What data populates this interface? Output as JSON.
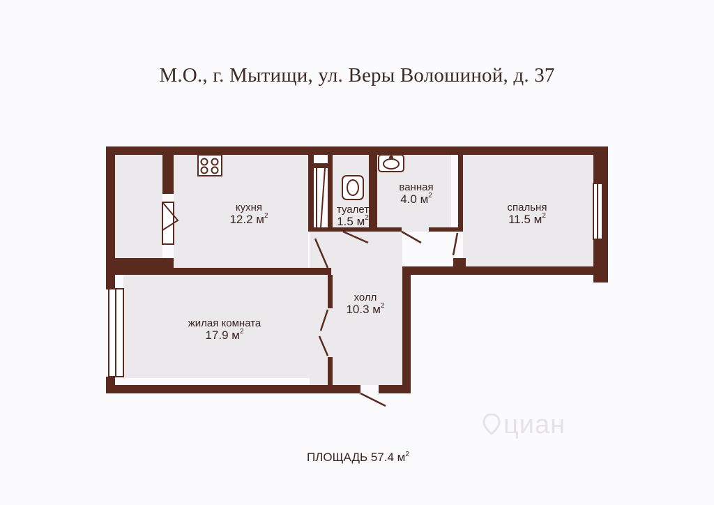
{
  "address": "М.О., г. Мытищи, ул. Веры Волошиной, д. 37",
  "unit": "м",
  "unit_power": "2",
  "rooms": {
    "kitchen": {
      "name": "кухня",
      "area": "12.2"
    },
    "toilet": {
      "name": "туалет",
      "area": "1.5"
    },
    "bathroom": {
      "name": "ванная",
      "area": "4.0"
    },
    "bedroom": {
      "name": "спальня",
      "area": "11.5"
    },
    "hall": {
      "name": "холл",
      "area": "10.3"
    },
    "living": {
      "name": "жилая комната",
      "area": "17.9"
    }
  },
  "total": {
    "label": "ПЛОЩАДЬ",
    "area": "57.4"
  },
  "watermark": "циан",
  "colors": {
    "wall": "#5a2a1f",
    "floor": "#ebe9ec",
    "background": "#fbfafc",
    "text": "#3b2520"
  }
}
